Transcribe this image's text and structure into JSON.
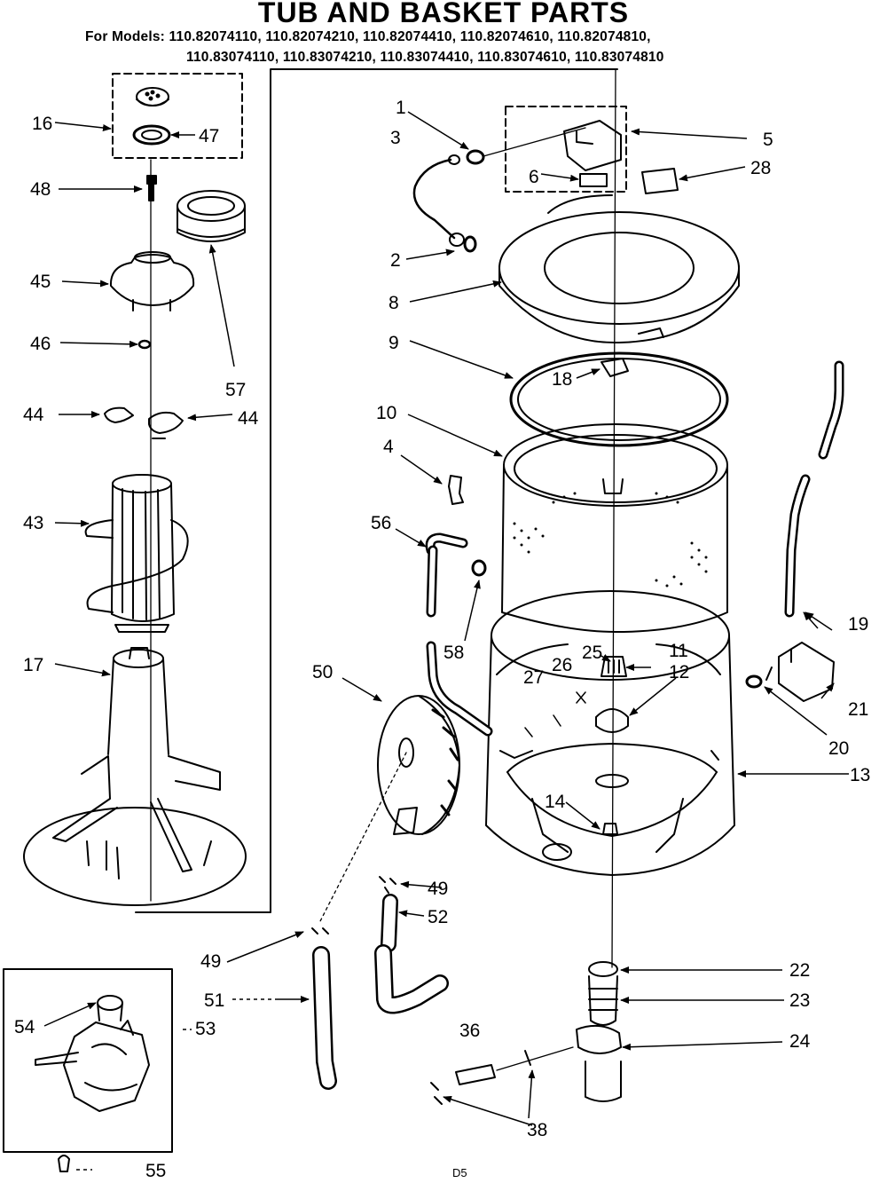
{
  "header": {
    "title": "TUB AND BASKET PARTS",
    "models_line1": "For Models: 110.82074110, 110.82074210, 110.82074410, 110.82074610, 110.82074810,",
    "models_line2": "110.83074110, 110.83074210, 110.83074410, 110.83074610, 110.83074810"
  },
  "labels": {
    "p1": "1",
    "p2": "2",
    "p3": "3",
    "p4": "4",
    "p5": "5",
    "p6": "6",
    "p8": "8",
    "p9": "9",
    "p10": "10",
    "p11": "11",
    "p12": "12",
    "p13": "13",
    "p14": "14",
    "p16": "16",
    "p17": "17",
    "p18": "18",
    "p19": "19",
    "p20": "20",
    "p21": "21",
    "p22": "22",
    "p23": "23",
    "p24": "24",
    "p25": "25",
    "p26": "26",
    "p27": "27",
    "p28": "28",
    "p36": "36",
    "p38": "38",
    "p43": "43",
    "p44a": "44",
    "p44b": "44",
    "p45": "45",
    "p46": "46",
    "p47": "47",
    "p48": "48",
    "p49a": "49",
    "p49b": "49",
    "p50": "50",
    "p51": "51",
    "p52": "52",
    "p53": "53",
    "p54": "54",
    "p55": "55",
    "p56": "56",
    "p57": "57",
    "p58": "58"
  },
  "footer": {
    "code": "D5"
  }
}
